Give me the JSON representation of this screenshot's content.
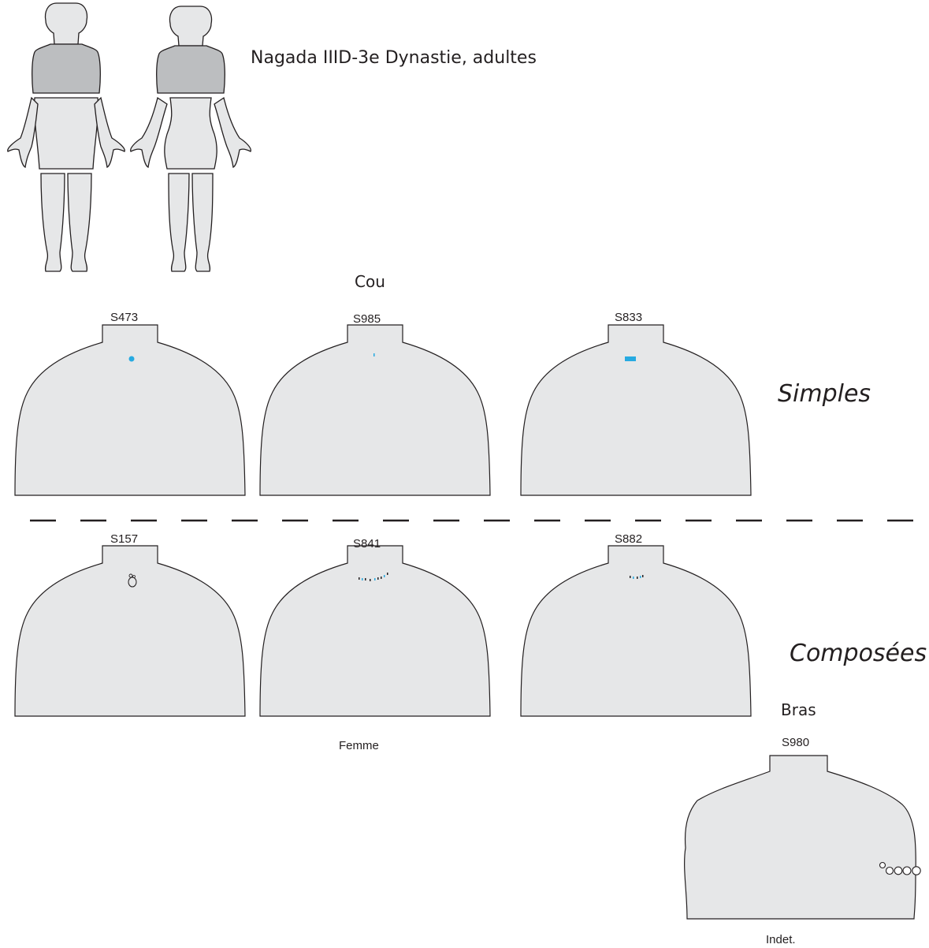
{
  "title": "Nagada IIID-3e Dynastie, adultes",
  "section_cou": "Cou",
  "section_bras": "Bras",
  "category_simple": "Simples",
  "category_composed": "Composées",
  "colors": {
    "bust_fill": "#e6e7e8",
    "highlight_fill": "#bcbec0",
    "bead_blue": "#27aae1",
    "outline": "#231f20"
  },
  "busts": [
    {
      "id": "S473",
      "group": "simple",
      "marker": "blue-dot"
    },
    {
      "id": "S985",
      "group": "simple",
      "marker": "blue-tick"
    },
    {
      "id": "S833",
      "group": "simple",
      "marker": "blue-bar"
    },
    {
      "id": "S157",
      "group": "composed",
      "marker": "ring-pendant"
    },
    {
      "id": "S841",
      "group": "composed",
      "marker": "bead-string"
    },
    {
      "id": "S882",
      "group": "composed",
      "marker": "small-bead-string"
    },
    {
      "id": "S980",
      "group": "bras",
      "marker": "arm-rings"
    }
  ],
  "notes": {
    "sex_S841": "Femme",
    "sex_S980": "Indet."
  }
}
